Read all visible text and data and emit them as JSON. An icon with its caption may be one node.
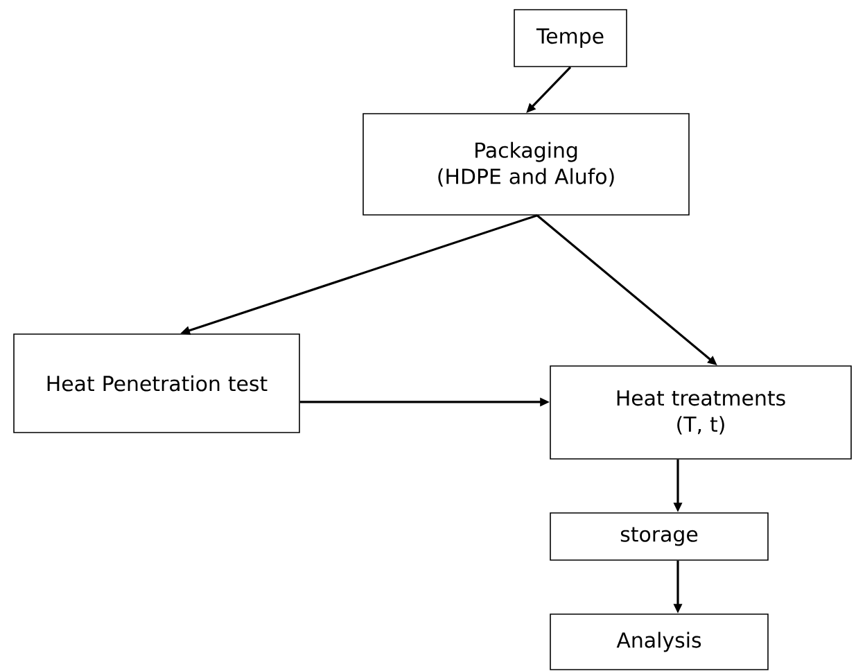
{
  "diagram": {
    "nodes": [
      {
        "text": [
          "Tempe"
        ]
      },
      {
        "text": [
          "Packaging",
          "(HDPE and Alufo)"
        ]
      },
      {
        "text": [
          "Heat Penetration test"
        ]
      },
      {
        "text": [
          "Heat treatments",
          "(T, t)"
        ]
      },
      {
        "text": [
          "storage"
        ]
      },
      {
        "text": [
          "Analysis"
        ]
      }
    ],
    "edges": [
      {
        "from": 0,
        "to": 1,
        "arrow": "to"
      },
      {
        "from": 1,
        "to": 2,
        "arrow": "to"
      },
      {
        "from": 1,
        "to": 3,
        "arrow": "to"
      },
      {
        "from": 2,
        "to": 3,
        "arrow": "to"
      },
      {
        "from": 3,
        "to": 4,
        "arrow": "to"
      },
      {
        "from": 4,
        "to": 5,
        "arrow": "to"
      }
    ]
  }
}
